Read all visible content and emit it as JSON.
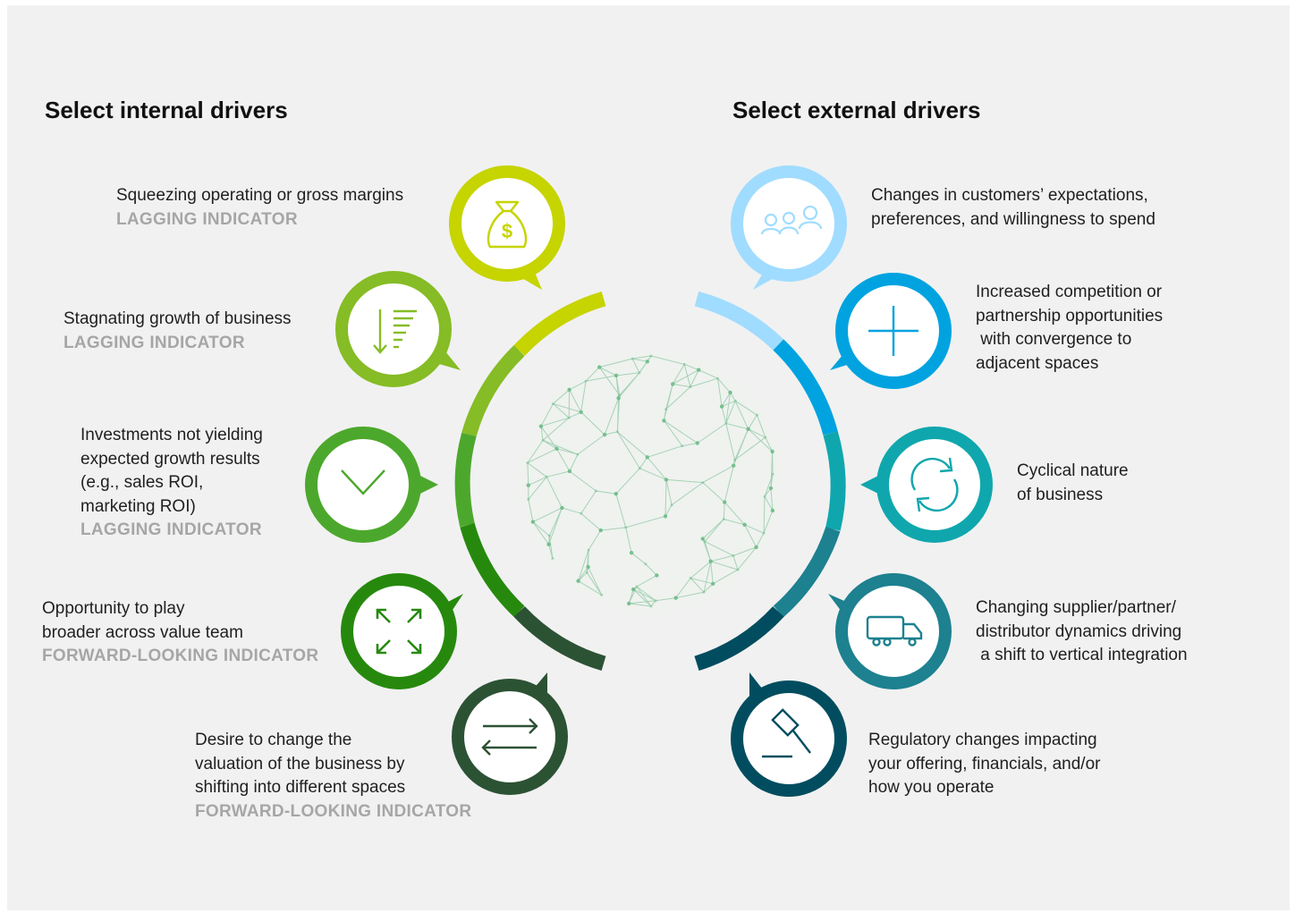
{
  "headings": {
    "internal": "Select internal drivers",
    "external": "Select external drivers"
  },
  "internal_drivers": [
    {
      "lines": [
        "Squeezing operating or gross margins"
      ],
      "indicator": "LAGGING INDICATOR",
      "icon": "money-bag-icon",
      "color": "#c6d400"
    },
    {
      "lines": [
        "Stagnating growth of business"
      ],
      "indicator": "LAGGING INDICATOR",
      "icon": "sort-descending-icon",
      "color": "#86bc25"
    },
    {
      "lines": [
        "Investments not yielding",
        "expected growth results",
        "(e.g., sales ROI,",
        "marketing ROI)"
      ],
      "indicator": "LAGGING INDICATOR",
      "icon": "chevron-down-icon",
      "color": "#4ca82c"
    },
    {
      "lines": [
        "Opportunity to play",
        "broader across value team"
      ],
      "indicator": "FORWARD-LOOKING INDICATOR",
      "icon": "expand-arrows-icon",
      "color": "#26890d"
    },
    {
      "lines": [
        "Desire to change the",
        "valuation of the business by",
        "shifting into different spaces"
      ],
      "indicator": "FORWARD-LOOKING INDICATOR",
      "icon": "swap-arrows-icon",
      "color": "#2c5234"
    }
  ],
  "external_drivers": [
    {
      "lines": [
        "Changes in customers’ expectations,",
        "preferences, and willingness to spend"
      ],
      "icon": "people-icon",
      "color": "#a0dcff"
    },
    {
      "lines": [
        "Increased competition or",
        "partnership opportunities",
        " with convergence to",
        "adjacent spaces"
      ],
      "icon": "plus-icon",
      "color": "#00a3e0"
    },
    {
      "lines": [
        "Cyclical nature",
        "of business"
      ],
      "icon": "refresh-cycle-icon",
      "color": "#0fa7ad"
    },
    {
      "lines": [
        "Changing supplier/partner/",
        "distributor dynamics driving",
        " a shift to vertical integration"
      ],
      "icon": "truck-icon",
      "color": "#1d8190"
    },
    {
      "lines": [
        "Regulatory changes impacting",
        "your offering, financials, and/or",
        "how you operate"
      ],
      "icon": "gavel-icon",
      "color": "#014d5f"
    }
  ],
  "colors": {
    "background": "#f1f1f1",
    "indicator_text": "#a6a6a6",
    "globe": "#8fc9a2"
  }
}
